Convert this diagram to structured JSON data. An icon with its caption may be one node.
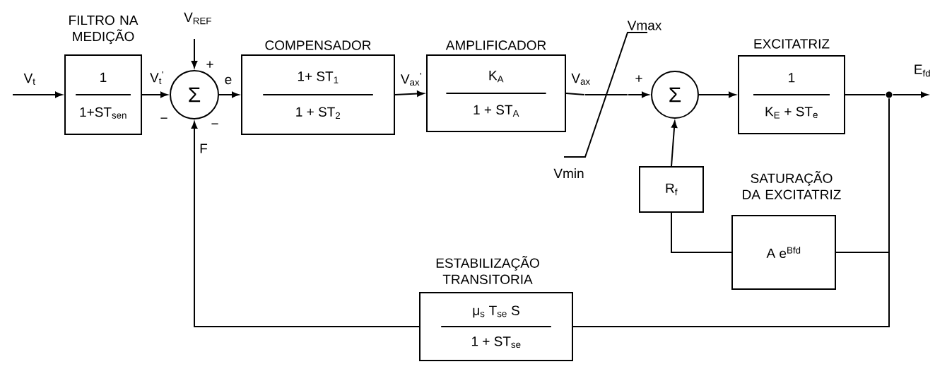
{
  "diagram": {
    "nodes": [
      {
        "text": [
          "FILTRO NA MEDIÇÃO",
          "1",
          "1+ST$_{sen}$"
        ]
      },
      {
        "text": [
          "Σ"
        ],
        "beside": [
          "+",
          "−",
          "−"
        ]
      },
      {
        "text": [
          "COMPENSADOR",
          "1+ ST$_{1}$",
          "1 + ST$_{2}$"
        ]
      },
      {
        "text": [
          "AMPLIFICADOR",
          "K$_{A}$",
          "1 + ST$_{A}$"
        ]
      },
      {
        "text": [
          "Vmax",
          "Vmin"
        ]
      },
      {
        "text": [
          "Σ"
        ]
      },
      {
        "text": [
          "EXCITATRIZ",
          "1",
          "K$_{E}$ + ST$_{e}$"
        ]
      },
      {
        "text": [
          "R$_{f}$"
        ]
      },
      {
        "text": [
          "SATURAÇÃO DA EXCITATRIZ",
          "A e$^{Bfd}$"
        ]
      },
      {
        "text": [
          "ESTABILIZAÇÃO TRANSITORIA",
          "μ$_{s}$ T$_{se}$ S",
          "1 + ST$_{se}$"
        ]
      },
      {
        "text": [],
        "shape": "circle"
      }
    ],
    "edges": [
      {
        "from": null,
        "to": 0,
        "arrow": "to",
        "label": "V$_{t}$"
      },
      {
        "from": 0,
        "to": 1,
        "arrow": "to",
        "label": "V$_{t}$$^{'}$"
      },
      {
        "from": null,
        "to": 1,
        "arrow": "to",
        "label": "V$_{REF}$"
      },
      {
        "from": 1,
        "to": 2,
        "arrow": "to",
        "label": "e"
      },
      {
        "from": 2,
        "to": 3,
        "arrow": "to",
        "label": "V$_{ax}$$^{'}$"
      },
      {
        "from": 3,
        "to": 4,
        "arrow": "none",
        "label": "V$_{ax}$"
      },
      {
        "from": 4,
        "to": 5,
        "arrow": "to"
      },
      {
        "from": 5,
        "to": 6,
        "arrow": "to"
      },
      {
        "from": 6,
        "to": 10,
        "arrow": "none"
      },
      {
        "from": 10,
        "to": null,
        "arrow": "to",
        "label": "E$_{fd}$"
      },
      {
        "from": 10,
        "to": 8,
        "arrow": "none"
      },
      {
        "from": 8,
        "to": 7,
        "arrow": "none"
      },
      {
        "from": 7,
        "to": 5,
        "arrow": "to"
      },
      {
        "from": 10,
        "to": 9,
        "arrow": "none"
      },
      {
        "from": 9,
        "to": 1,
        "arrow": "to",
        "label": "F"
      }
    ],
    "labels": [
      "+"
    ]
  }
}
